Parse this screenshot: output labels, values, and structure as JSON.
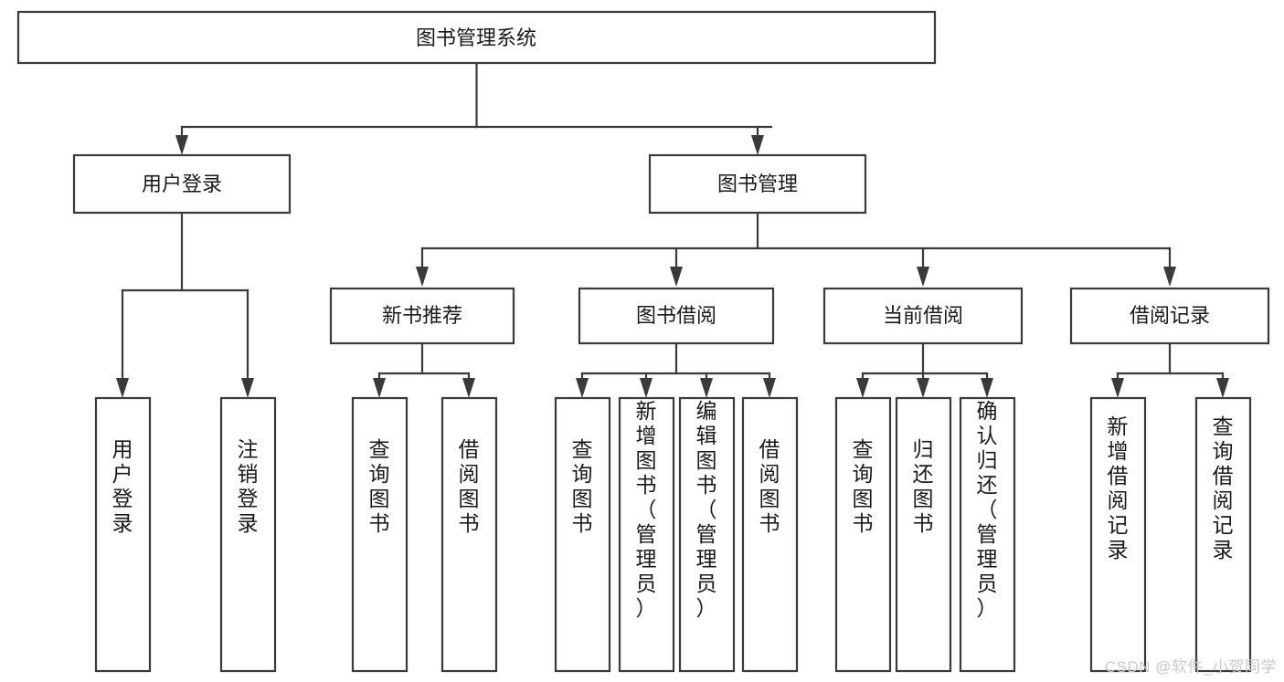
{
  "diagram": {
    "title": "图书管理系统",
    "type": "hierarchy-tree",
    "watermark": "CSDN @软件_小贺同学",
    "colors": {
      "background": "#ffffff",
      "stroke": "#3a3a3a",
      "text": "#1a1a1a",
      "watermark": "#c9c9c9"
    },
    "levels": {
      "root": {
        "label": "图书管理系统"
      },
      "level2": [
        {
          "label": "用户登录"
        },
        {
          "label": "图书管理"
        }
      ],
      "level3": [
        {
          "label": "新书推荐"
        },
        {
          "label": "图书借阅"
        },
        {
          "label": "当前借阅"
        },
        {
          "label": "借阅记录"
        }
      ],
      "leaves": [
        {
          "label": "用户登录",
          "parent": "用户登录"
        },
        {
          "label": "注销登录",
          "parent": "用户登录"
        },
        {
          "label": "查询图书",
          "parent": "新书推荐"
        },
        {
          "label": "借阅图书",
          "parent": "新书推荐"
        },
        {
          "label": "查询图书",
          "parent": "图书借阅"
        },
        {
          "label": "新增图书（管理员）",
          "parent": "图书借阅"
        },
        {
          "label": "编辑图书（管理员）",
          "parent": "图书借阅"
        },
        {
          "label": "借阅图书",
          "parent": "图书借阅"
        },
        {
          "label": "查询图书",
          "parent": "当前借阅"
        },
        {
          "label": "归还图书",
          "parent": "当前借阅"
        },
        {
          "label": "确认归还（管理员）",
          "parent": "当前借阅"
        },
        {
          "label": "新增借阅记录",
          "parent": "借阅记录"
        },
        {
          "label": "查询借阅记录",
          "parent": "借阅记录"
        }
      ]
    }
  }
}
